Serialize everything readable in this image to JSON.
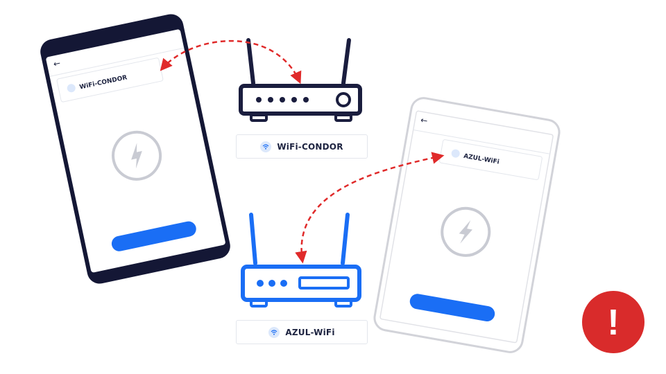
{
  "network_a": {
    "ssid": "WiFi-CONDOR",
    "router_color": "#1a1d3e"
  },
  "network_b": {
    "ssid": "AZUL-WiFi",
    "router_color": "#1a6ef5"
  },
  "phone_left": {
    "back_label": "←",
    "ssid": "WiFi-CONDOR",
    "frame_color": "#141735"
  },
  "phone_right": {
    "back_label": "←",
    "ssid": "AZUL-WiFi",
    "frame_color": "#d2d3d9"
  },
  "colors": {
    "arrow": "#e02a2a",
    "button": "#1a6ef5",
    "alert": "#d92b2b",
    "icon_grey": "#c9cbd3"
  },
  "alert": {
    "symbol": "!"
  }
}
